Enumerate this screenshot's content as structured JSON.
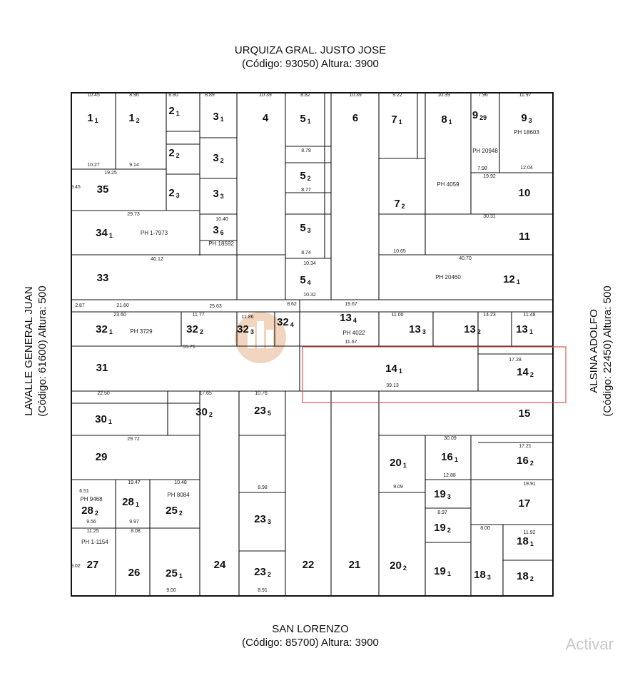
{
  "streets": {
    "top": {
      "name": "URQUIZA GRAL. JUSTO JOSE",
      "code": "(Código: 93050) Altura: 3900"
    },
    "bottom": {
      "name": "SAN LORENZO",
      "code": "(Código: 85700) Altura: 3900"
    },
    "left": {
      "name": "LAVALLE GENERAL JUAN",
      "code": "(Código: 61600) Altura: 500"
    },
    "right": {
      "name": "ALSINA ADOLFO",
      "code": "(Código: 22450) Altura: 500"
    }
  },
  "watermark": "Activar",
  "colors": {
    "highlight": "#d9534f",
    "line": "#111111",
    "dimension_blue": "#1f3f9a",
    "logo": "#e0a070"
  },
  "lots": [
    {
      "main": "1",
      "sub": "1"
    },
    {
      "main": "1",
      "sub": "2"
    },
    {
      "main": "2",
      "sub": "1"
    },
    {
      "main": "2",
      "sub": "2"
    },
    {
      "main": "2",
      "sub": "3"
    },
    {
      "main": "3",
      "sub": "1"
    },
    {
      "main": "3",
      "sub": "2"
    },
    {
      "main": "3",
      "sub": "3"
    },
    {
      "main": "3",
      "sub": "6"
    },
    {
      "main": "4",
      "sub": ""
    },
    {
      "main": "5",
      "sub": "1"
    },
    {
      "main": "5",
      "sub": "2"
    },
    {
      "main": "5",
      "sub": "3"
    },
    {
      "main": "5",
      "sub": "4"
    },
    {
      "main": "6",
      "sub": ""
    },
    {
      "main": "7",
      "sub": "1"
    },
    {
      "main": "7",
      "sub": "2"
    },
    {
      "main": "8",
      "sub": "1"
    },
    {
      "main": "9",
      "sub": "29"
    },
    {
      "main": "9",
      "sub": "3"
    },
    {
      "main": "10",
      "sub": ""
    },
    {
      "main": "11",
      "sub": ""
    },
    {
      "main": "12",
      "sub": "1"
    },
    {
      "main": "13",
      "sub": "4"
    },
    {
      "main": "13",
      "sub": "3"
    },
    {
      "main": "13",
      "sub": "2"
    },
    {
      "main": "13",
      "sub": "1"
    },
    {
      "main": "14",
      "sub": "1"
    },
    {
      "main": "14",
      "sub": "2"
    },
    {
      "main": "15",
      "sub": ""
    },
    {
      "main": "16",
      "sub": "1"
    },
    {
      "main": "16",
      "sub": "2"
    },
    {
      "main": "17",
      "sub": ""
    },
    {
      "main": "18",
      "sub": "1"
    },
    {
      "main": "18",
      "sub": "2"
    },
    {
      "main": "18",
      "sub": "3"
    },
    {
      "main": "19",
      "sub": "3"
    },
    {
      "main": "19",
      "sub": "2"
    },
    {
      "main": "19",
      "sub": "1"
    },
    {
      "main": "20",
      "sub": "1"
    },
    {
      "main": "20",
      "sub": "2"
    },
    {
      "main": "21",
      "sub": ""
    },
    {
      "main": "22",
      "sub": ""
    },
    {
      "main": "23",
      "sub": "5"
    },
    {
      "main": "23",
      "sub": "3"
    },
    {
      "main": "23",
      "sub": "2"
    },
    {
      "main": "24",
      "sub": ""
    },
    {
      "main": "25",
      "sub": "2"
    },
    {
      "main": "25",
      "sub": "1"
    },
    {
      "main": "26",
      "sub": ""
    },
    {
      "main": "27",
      "sub": ""
    },
    {
      "main": "28",
      "sub": "2"
    },
    {
      "main": "28",
      "sub": "1"
    },
    {
      "main": "29",
      "sub": ""
    },
    {
      "main": "30",
      "sub": "1"
    },
    {
      "main": "30",
      "sub": "2"
    },
    {
      "main": "31",
      "sub": ""
    },
    {
      "main": "32",
      "sub": "1"
    },
    {
      "main": "32",
      "sub": "2"
    },
    {
      "main": "32",
      "sub": "3"
    },
    {
      "main": "32",
      "sub": "4"
    },
    {
      "main": "33",
      "sub": ""
    },
    {
      "main": "34",
      "sub": "1"
    },
    {
      "main": "35",
      "sub": ""
    }
  ],
  "ph_labels": [
    "PH 1-7973",
    "PH 18592",
    "PH 3729",
    "PH 4022",
    "PH 20460",
    "PH 4059",
    "PH 20948",
    "PH 18603",
    "PH 9468",
    "PH 8084",
    "PH 1-1154"
  ],
  "measures": [
    "10.45",
    "8.96",
    "8.80",
    "8.89",
    "10.39",
    "8.82",
    "10.39",
    "9.22",
    "10.39",
    "7.96",
    "11.97",
    "10.27",
    "9.14",
    "19.25",
    "29.73",
    "40.12",
    "55.71",
    "10.65",
    "30.31",
    "40.70",
    "2.87",
    "21.60",
    "23.60",
    "25.63",
    "11.77",
    "11.86",
    "8.62",
    "19.67",
    "11.00",
    "14.23",
    "11.48",
    "11.67",
    "39.13",
    "17.28",
    "22.50",
    "17.65",
    "10.76",
    "29.72",
    "30.09",
    "17.21",
    "12.88",
    "19.91",
    "11.92",
    "8.97",
    "8.00",
    "9.09",
    "8.98",
    "8.91",
    "11.25",
    "8.08",
    "9.00",
    "10.48",
    "19.47",
    "9.56",
    "9.97",
    "6.51",
    "10.34",
    "10.32",
    "8.74",
    "8.77",
    "8.79",
    "10.40",
    "19.92",
    "12.04",
    "7.98",
    "9.45",
    "9.02"
  ]
}
